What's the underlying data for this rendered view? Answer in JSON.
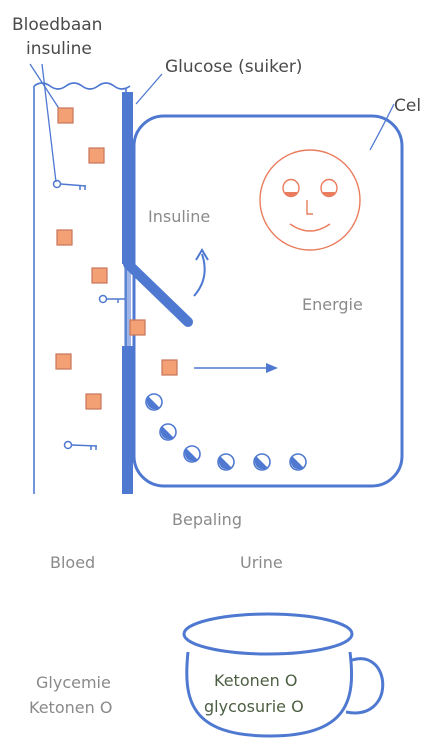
{
  "labels": {
    "bloodstream_line1": "Bloedbaan",
    "bloodstream_line2": "insuline",
    "glucose": "Glucose (suiker)",
    "cell": "Cel",
    "insulin": "Insuline",
    "energy": "Energie",
    "measurement": "Bepaling",
    "blood": "Bloed",
    "urine": "Urine",
    "glycemia": "Glycemie",
    "ketones_blood": "Ketonen O",
    "ketones_urine": "Ketonen O",
    "glycosuria": "glycosurie O"
  },
  "colors": {
    "diagram_blue": "#4f79d1",
    "glucose_fill": "#f2a074",
    "glucose_border": "#c9765a",
    "face": "#ea7d5e",
    "text_dark": "#4a4a4a",
    "text_gray": "#8a8a8a",
    "text_green": "#4d5f43"
  }
}
